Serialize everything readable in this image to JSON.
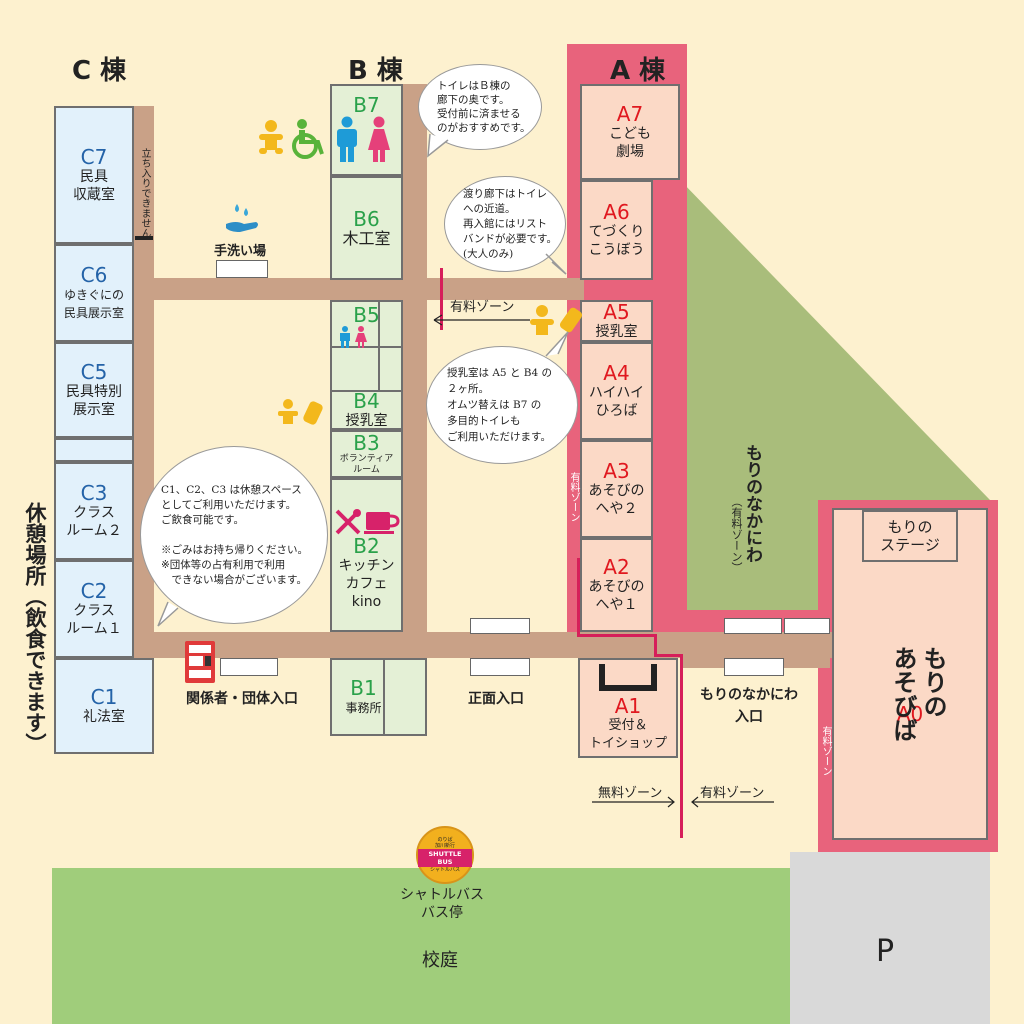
{
  "buildings": {
    "c": "C 棟",
    "b": "B 棟",
    "a": "A 棟"
  },
  "rooms": {
    "c7": {
      "code": "C7",
      "name": "民具\n収蔵室"
    },
    "c6": {
      "code": "C6",
      "name": "ゆきぐにの\n民具展示室"
    },
    "c5": {
      "code": "C5",
      "name": "民具特別\n展示室"
    },
    "c3": {
      "code": "C3",
      "name": "クラス\nルーム２"
    },
    "c2": {
      "code": "C2",
      "name": "クラス\nルーム１"
    },
    "c1": {
      "code": "C1",
      "name": "礼法室"
    },
    "b7": {
      "code": "B7",
      "name": ""
    },
    "b6": {
      "code": "B6",
      "name": "木工室"
    },
    "b5": {
      "code": "B5",
      "name": ""
    },
    "b4": {
      "code": "B4",
      "name": "授乳室"
    },
    "b3": {
      "code": "B3",
      "name": "ボランティア\nルーム"
    },
    "b2": {
      "code": "B2",
      "name": "キッチン\nカフェ\nkino"
    },
    "b1": {
      "code": "B1",
      "name": "事務所"
    },
    "a7": {
      "code": "A7",
      "name": "こども\n劇場"
    },
    "a6": {
      "code": "A6",
      "name": "てづくり\nこうぼう"
    },
    "a5": {
      "code": "A5",
      "name": "授乳室"
    },
    "a4": {
      "code": "A4",
      "name": "ハイハイ\nひろば"
    },
    "a3": {
      "code": "A3",
      "name": "あそびの\nへや２"
    },
    "a2": {
      "code": "A2",
      "name": "あそびの\nへや１"
    },
    "a1": {
      "code": "A1",
      "name": "受付＆\nトイショップ"
    },
    "a0": {
      "code": "A0",
      "name": "もりの\nあそびば"
    }
  },
  "stage": "もりの\nステージ",
  "labels": {
    "handwash": "手洗い場",
    "no_entry": "立ち入りできません",
    "staff_entrance": "関係者・団体入口",
    "main_entrance": "正面入口",
    "forest_garden_entrance": "もりのなかにわ\n入口",
    "paid_zone_arrow": "有料ゾーン",
    "free_zone": "無料ゾーン",
    "paid_zone": "有料ゾーン",
    "paid_zone_vertical": "有料ゾーン",
    "forest_garden": "もりのなかにわ",
    "forest_garden_sub": "（有料ゾーン）",
    "rest_area": "休憩場所（飲食できます）",
    "shuttle_bus": "シャトルバス\nバス停",
    "schoolyard": "校庭",
    "parking": "P"
  },
  "bus_sign": {
    "top": "のりば\n加川新行",
    "main": "SHUTTLE BUS",
    "sub": "シャトルバス"
  },
  "bubbles": {
    "toilet": "トイレはＢ棟の\n廊下の奥です。\n受付前に済ませる\nのがおすすめです。",
    "corridor": "渡り廊下はトイレ\nへの近道。\n再入館にはリスト\nバンドが必要です。\n(大人のみ)",
    "nursing": "授乳室は A5 と B4 の\n２ヶ所。\nオムツ替えは B7 の\n多目的トイレも\nご利用いただけます。",
    "rest": "C1、C2、C3 は休憩スペース\nとしてご利用いただけます。\nご飲食可能です。\n\n※ごみはお持ち帰りください。\n※団体等の占有利用で利用\n　できない場合がございます。"
  },
  "colors": {
    "background": "#fdf1cf",
    "corridor": "#c9a187",
    "paid_zone": "#e8637c",
    "garden": "#a9bd7b",
    "schoolyard": "#a0cd7b",
    "parking": "#d9d9d9"
  }
}
